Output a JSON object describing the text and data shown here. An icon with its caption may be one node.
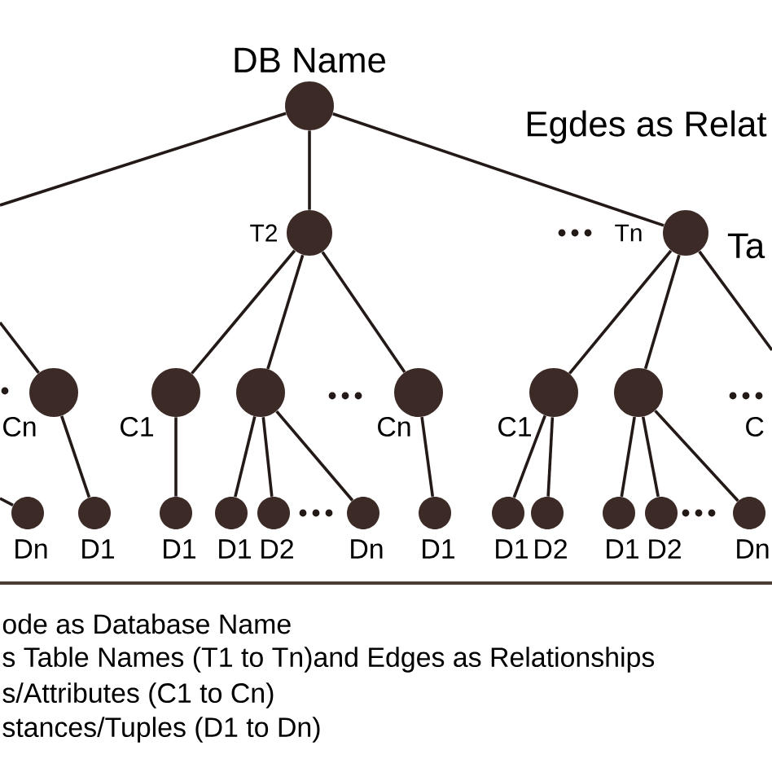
{
  "diagram": {
    "nodes": [
      {
        "text": [],
        "shape": "circle",
        "beside": [
          "DB Name"
        ]
      },
      {
        "text": [],
        "shape": "circle",
        "beside": [
          "T2"
        ]
      },
      {
        "text": [],
        "shape": "circle",
        "beside": [
          "Tn",
          "Ta"
        ]
      },
      {
        "text": [],
        "shape": "circle",
        "beside": [
          "Cn"
        ]
      },
      {
        "text": [],
        "shape": "circle",
        "beside": [
          "C1"
        ]
      },
      {
        "text": [],
        "shape": "circle"
      },
      {
        "text": [],
        "shape": "circle",
        "beside": [
          "Cn"
        ]
      },
      {
        "text": [],
        "shape": "circle",
        "beside": [
          "C1"
        ]
      },
      {
        "text": [],
        "shape": "circle"
      },
      {
        "text": [],
        "shape": "circle",
        "beside": [
          "Dn"
        ]
      },
      {
        "text": [],
        "shape": "circle",
        "beside": [
          "D1"
        ]
      },
      {
        "text": [],
        "shape": "circle",
        "beside": [
          "D1"
        ]
      },
      {
        "text": [],
        "shape": "circle",
        "beside": [
          "D1"
        ]
      },
      {
        "text": [],
        "shape": "circle",
        "beside": [
          "D2"
        ]
      },
      {
        "text": [],
        "shape": "circle",
        "beside": [
          "Dn"
        ]
      },
      {
        "text": [],
        "shape": "circle",
        "beside": [
          "D1"
        ]
      },
      {
        "text": [],
        "shape": "circle",
        "beside": [
          "D1"
        ]
      },
      {
        "text": [],
        "shape": "circle",
        "beside": [
          "D2"
        ]
      },
      {
        "text": [],
        "shape": "circle",
        "beside": [
          "D1"
        ]
      },
      {
        "text": [],
        "shape": "circle",
        "beside": [
          "D2"
        ]
      },
      {
        "text": [],
        "shape": "circle",
        "beside": [
          "Dn"
        ]
      }
    ],
    "edges": [
      {
        "from": 0,
        "to": null,
        "arrow": "none"
      },
      {
        "from": 0,
        "to": 1,
        "arrow": "none"
      },
      {
        "from": 0,
        "to": 2,
        "arrow": "none"
      },
      {
        "from": null,
        "to": 3,
        "arrow": "none"
      },
      {
        "from": 1,
        "to": 4,
        "arrow": "none"
      },
      {
        "from": 1,
        "to": 5,
        "arrow": "none"
      },
      {
        "from": 1,
        "to": 6,
        "arrow": "none"
      },
      {
        "from": 2,
        "to": 7,
        "arrow": "none"
      },
      {
        "from": 2,
        "to": 8,
        "arrow": "none"
      },
      {
        "from": 2,
        "to": null,
        "arrow": "none"
      },
      {
        "from": null,
        "to": 9,
        "arrow": "none"
      },
      {
        "from": 3,
        "to": 10,
        "arrow": "none"
      },
      {
        "from": 4,
        "to": 11,
        "arrow": "none"
      },
      {
        "from": 5,
        "to": 12,
        "arrow": "none"
      },
      {
        "from": 5,
        "to": 13,
        "arrow": "none"
      },
      {
        "from": 5,
        "to": 14,
        "arrow": "none"
      },
      {
        "from": 6,
        "to": 15,
        "arrow": "none"
      },
      {
        "from": 7,
        "to": 16,
        "arrow": "none"
      },
      {
        "from": 7,
        "to": 17,
        "arrow": "none"
      },
      {
        "from": 8,
        "to": 18,
        "arrow": "none"
      },
      {
        "from": 8,
        "to": 19,
        "arrow": "none"
      },
      {
        "from": 8,
        "to": 20,
        "arrow": "none"
      }
    ],
    "labels": [
      "Egdes as Relat",
      "C",
      "ode as Database Name",
      "s Table Names (T1 to Tn)and Edges as Relationships",
      "s/Attributes (C1 to Cn)",
      "stances/Tuples (D1 to Dn)"
    ]
  }
}
